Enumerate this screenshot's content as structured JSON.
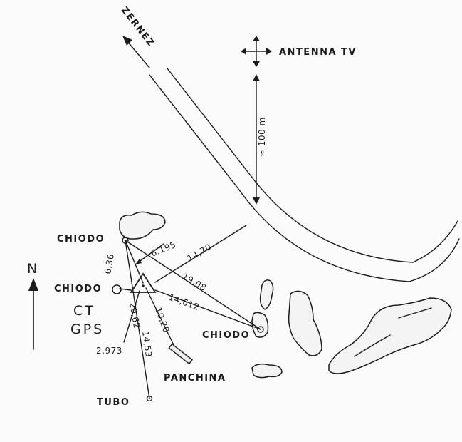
{
  "labels": {
    "road": "ZERNEZ",
    "antenna": "ANTENNA TV",
    "distance": "≈ 100 m",
    "chiodo_top": "CHIODO",
    "chiodo_left": "CHIODO",
    "chiodo_right": "CHIODO",
    "station_1": "CT",
    "station_2": "GPS",
    "north": "N",
    "bench": "PANCHINA",
    "pipe": "TUBO"
  },
  "measurements": {
    "m_6195": "6,195",
    "m_1470": "14,70",
    "m_636": "6,36",
    "m_1908": "19,08",
    "m_14612": "14,612",
    "m_2062": "20,62",
    "m_1020": "10,20",
    "m_1453": "14,53",
    "m_2973": "2,973"
  },
  "colors": {
    "ink": "#1c1c1c",
    "paper": "#fbfbfb"
  },
  "icons": [
    "arrow-icon",
    "four-way-arrow-icon",
    "north-arrow-icon",
    "gps-station-icon"
  ]
}
